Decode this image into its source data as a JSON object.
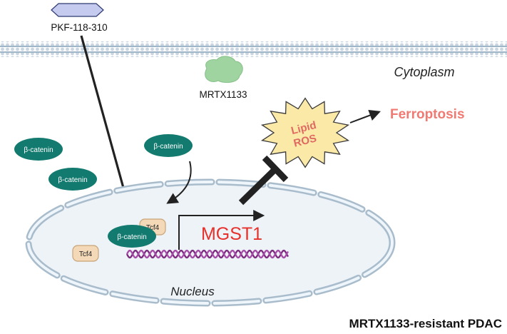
{
  "labels": {
    "drug_inhibitor": "PKF-118-310",
    "drug_kras": "MRTX1133",
    "compartment_cytoplasm": "Cytoplasm",
    "compartment_nucleus": "Nucleus",
    "ros_line1": "Lipid",
    "ros_line2": "ROS",
    "outcome": "Ferroptosis",
    "gene": "MGST1",
    "protein": "β-catenin",
    "cofactor": "Tcf4",
    "footer": "MRTX1133-resistant PDAC"
  },
  "colors": {
    "membrane": "#9fb6c8",
    "membrane_dot": "#c9d5e0",
    "beta_catenin": "#137a6f",
    "tcf4_fill": "#f3d9b8",
    "tcf4_stroke": "#c9a478",
    "ros_fill": "#fbe9a8",
    "ros_stroke": "#3a3a3a",
    "ros_text": "#e06a62",
    "ferroptosis": "#f07a72",
    "mgst1": "#e8302b",
    "dna": "#7b2a7d",
    "drug_mrtx": "#9fd4a0",
    "drug_pkf": "#c5cbef",
    "inhibit_line": "#222222",
    "nucleus_fill": "#eef3f8",
    "nucleus_stroke": "#a9bccc"
  },
  "icons": [
    "hexagon-drug-icon",
    "blob-drug-icon",
    "starburst-ros-icon",
    "dna-helix-icon"
  ]
}
